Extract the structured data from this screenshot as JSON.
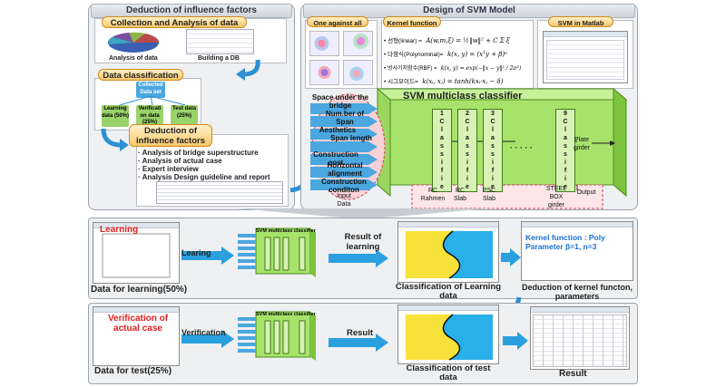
{
  "top_left": {
    "title": "Deduction of influence factors",
    "collection_label": "Collection and Analysis of data",
    "analysis_caption": "Analysis of data",
    "db_caption": "Building a DB",
    "classification_label": "Data classification",
    "collected": "Collected Data set",
    "learning": "Learning data (50%)",
    "verification": "Verificati on data (25%)",
    "test": "Test data (25%)",
    "deduction_label": "Deduction of influence factors",
    "bullets": [
      "· Analysis of bridge superstructure",
      "· Analysis of actual case",
      "· Expert interview",
      "· Analysis Design guideline and report"
    ]
  },
  "top_right": {
    "title": "Design of SVM Model",
    "one_against_all": "One against all",
    "kernel_function": "Kernel function",
    "svm_matlab": "SVM in Matlab",
    "kernels": [
      {
        "name": "선형(linear) =",
        "formula": "A(w,m,ξ) = ½‖w‖² + C Σ ξ"
      },
      {
        "name": "다항식(Polynominal)=",
        "formula": "k(x, y) = (xᵀy + β)ᵅ"
      },
      {
        "name": "방사기저함수(RBF) =",
        "formula": "k(x, y) = exp(−‖x − y‖² / 2σ²)"
      },
      {
        "name": "시그모이드=",
        "formula": "k(xᵢ, xⱼ) = tanh(kxᵢ·xⱼ − δ)"
      }
    ],
    "classifier_title": "SVM multiclass classifier",
    "inputs": [
      "Space under the bridge",
      "Num.ber of Span",
      "Aesthetics",
      "Span length",
      "Construction cost",
      "Horizontal alignment",
      "Construction conditon"
    ],
    "classifiers": [
      "1 Classifier",
      "2 Classifier",
      "3 Classifier",
      "9 Classifier"
    ],
    "classifier_nums": [
      "1",
      "2",
      "3",
      "9"
    ],
    "classifier_word": [
      "C",
      "l",
      "a",
      "s",
      "s",
      "i",
      "f",
      "i",
      "e",
      "r"
    ],
    "dots": "· · · · ·",
    "plate_girder": "Plate girder",
    "outputs": [
      "RC Rahmen",
      "RC Slab",
      "PSC Slab",
      "STEEL BOX girder"
    ],
    "input_data": "Input Data",
    "output": "Output"
  },
  "middle": {
    "learning_tag": "Learning",
    "data_for_learning": "Data for learning(50%)",
    "learing_arrow": "Learing",
    "result_of_learning": "Result of learning",
    "classification_learning": "Classification of Learning data",
    "kernel_text_1": "Kernel function : Poly",
    "kernel_text_2": "Parameter β=1, n=3",
    "deduction_kernel": "Deduction of kernel functon, parameters"
  },
  "bottom": {
    "verification_tag": "Verification of actual case",
    "data_for_test": "Data for test(25%)",
    "verification_arrow": "Verification",
    "result_arrow": "Result",
    "classification_test": "Classification of test data",
    "result": "Result"
  },
  "mini": {
    "title": "SVM multiclass classifier"
  }
}
